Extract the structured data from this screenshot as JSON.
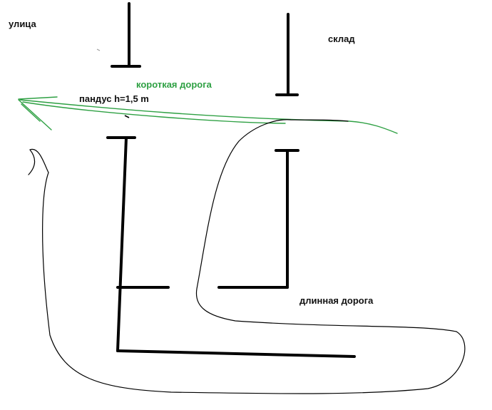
{
  "labels": {
    "street": "улица",
    "warehouse": "склад",
    "short_road": "короткая дорога",
    "ramp": "пандус h=1,5 m",
    "long_road": "длинная дорога"
  },
  "colors": {
    "walls": "#000000",
    "short_road": "#2ea043",
    "long_road": "#000000",
    "text": "#111111"
  }
}
